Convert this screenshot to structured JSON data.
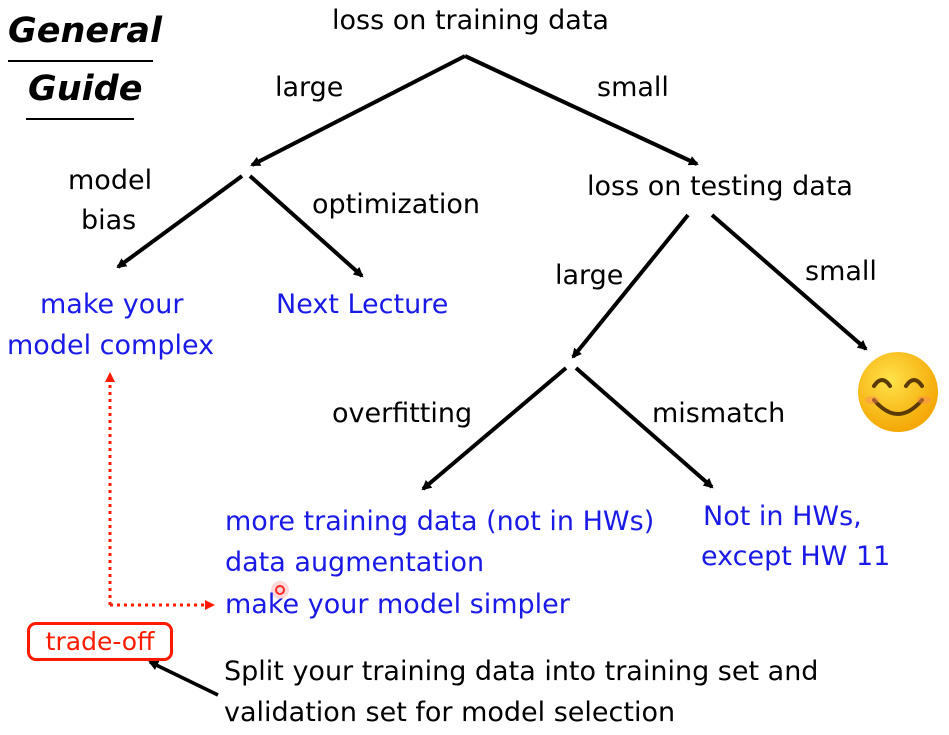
{
  "title": {
    "line1": "General",
    "line2": "Guide"
  },
  "nodes": {
    "loss_training": "loss on training data",
    "loss_testing": "loss on testing data"
  },
  "edge_labels": {
    "large_top": "large",
    "small_top": "small",
    "model_bias_line1": "model",
    "model_bias_line2": "bias",
    "optimization": "optimization",
    "large_test": "large",
    "small_test": "small",
    "overfitting": "overfitting",
    "mismatch": "mismatch"
  },
  "outcomes": {
    "model_complex_line1": "make your",
    "model_complex_line2": "model complex",
    "next_lecture": "Next Lecture",
    "overfit_line1": "more training data (not in HWs)",
    "overfit_line2": "data augmentation",
    "overfit_line3": "make your model simpler",
    "mismatch_line1": "Not in HWs,",
    "mismatch_line2": "except HW 11"
  },
  "tradeoff_label": "trade-off",
  "note": {
    "line1": "Split your training data into training set and",
    "line2": "validation set for model selection"
  },
  "colors": {
    "blue_text": "#1a1ae6",
    "red_accent": "#ff1a00",
    "smiley_face": "#f7b500"
  }
}
